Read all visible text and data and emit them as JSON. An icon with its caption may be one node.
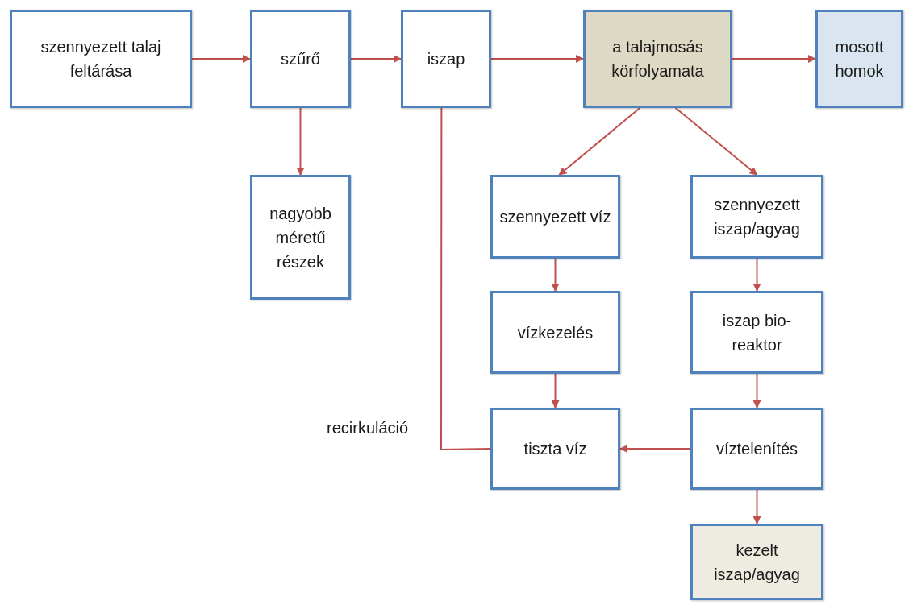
{
  "diagram": {
    "nodes": [
      {
        "text": [
          "szennyezett talaj feltárása"
        ]
      },
      {
        "text": [
          "szűrő"
        ]
      },
      {
        "text": [
          "iszap"
        ]
      },
      {
        "text": [
          "a talajmosás körfolyamata"
        ]
      },
      {
        "text": [
          "mosott homok"
        ]
      },
      {
        "text": [
          "nagyobb méretű részek"
        ]
      },
      {
        "text": [
          "szennyezett víz"
        ]
      },
      {
        "text": [
          "szennyezett iszap/agyag"
        ]
      },
      {
        "text": [
          "vízkezelés"
        ]
      },
      {
        "text": [
          "iszap bio-reaktor"
        ]
      },
      {
        "text": [
          "tiszta víz"
        ]
      },
      {
        "text": [
          "víztelenítés"
        ]
      },
      {
        "text": [
          "kezelt iszap/agyag"
        ]
      }
    ],
    "edges": [
      {
        "from": 0,
        "to": 1,
        "arrow": "to"
      },
      {
        "from": 1,
        "to": 2,
        "arrow": "to"
      },
      {
        "from": 2,
        "to": 3,
        "arrow": "to"
      },
      {
        "from": 3,
        "to": 4,
        "arrow": "to"
      },
      {
        "from": 1,
        "to": 5,
        "arrow": "to"
      },
      {
        "from": 3,
        "to": 6,
        "arrow": "to"
      },
      {
        "from": 3,
        "to": 7,
        "arrow": "to"
      },
      {
        "from": 6,
        "to": 8,
        "arrow": "to"
      },
      {
        "from": 8,
        "to": 10,
        "arrow": "to"
      },
      {
        "from": 7,
        "to": 9,
        "arrow": "to"
      },
      {
        "from": 9,
        "to": 11,
        "arrow": "to"
      },
      {
        "from": 11,
        "to": 10,
        "arrow": "to"
      },
      {
        "from": 11,
        "to": 12,
        "arrow": "to"
      },
      {
        "from": 10,
        "to": 2,
        "arrow": "none",
        "label": "recirkuláció"
      }
    ]
  }
}
